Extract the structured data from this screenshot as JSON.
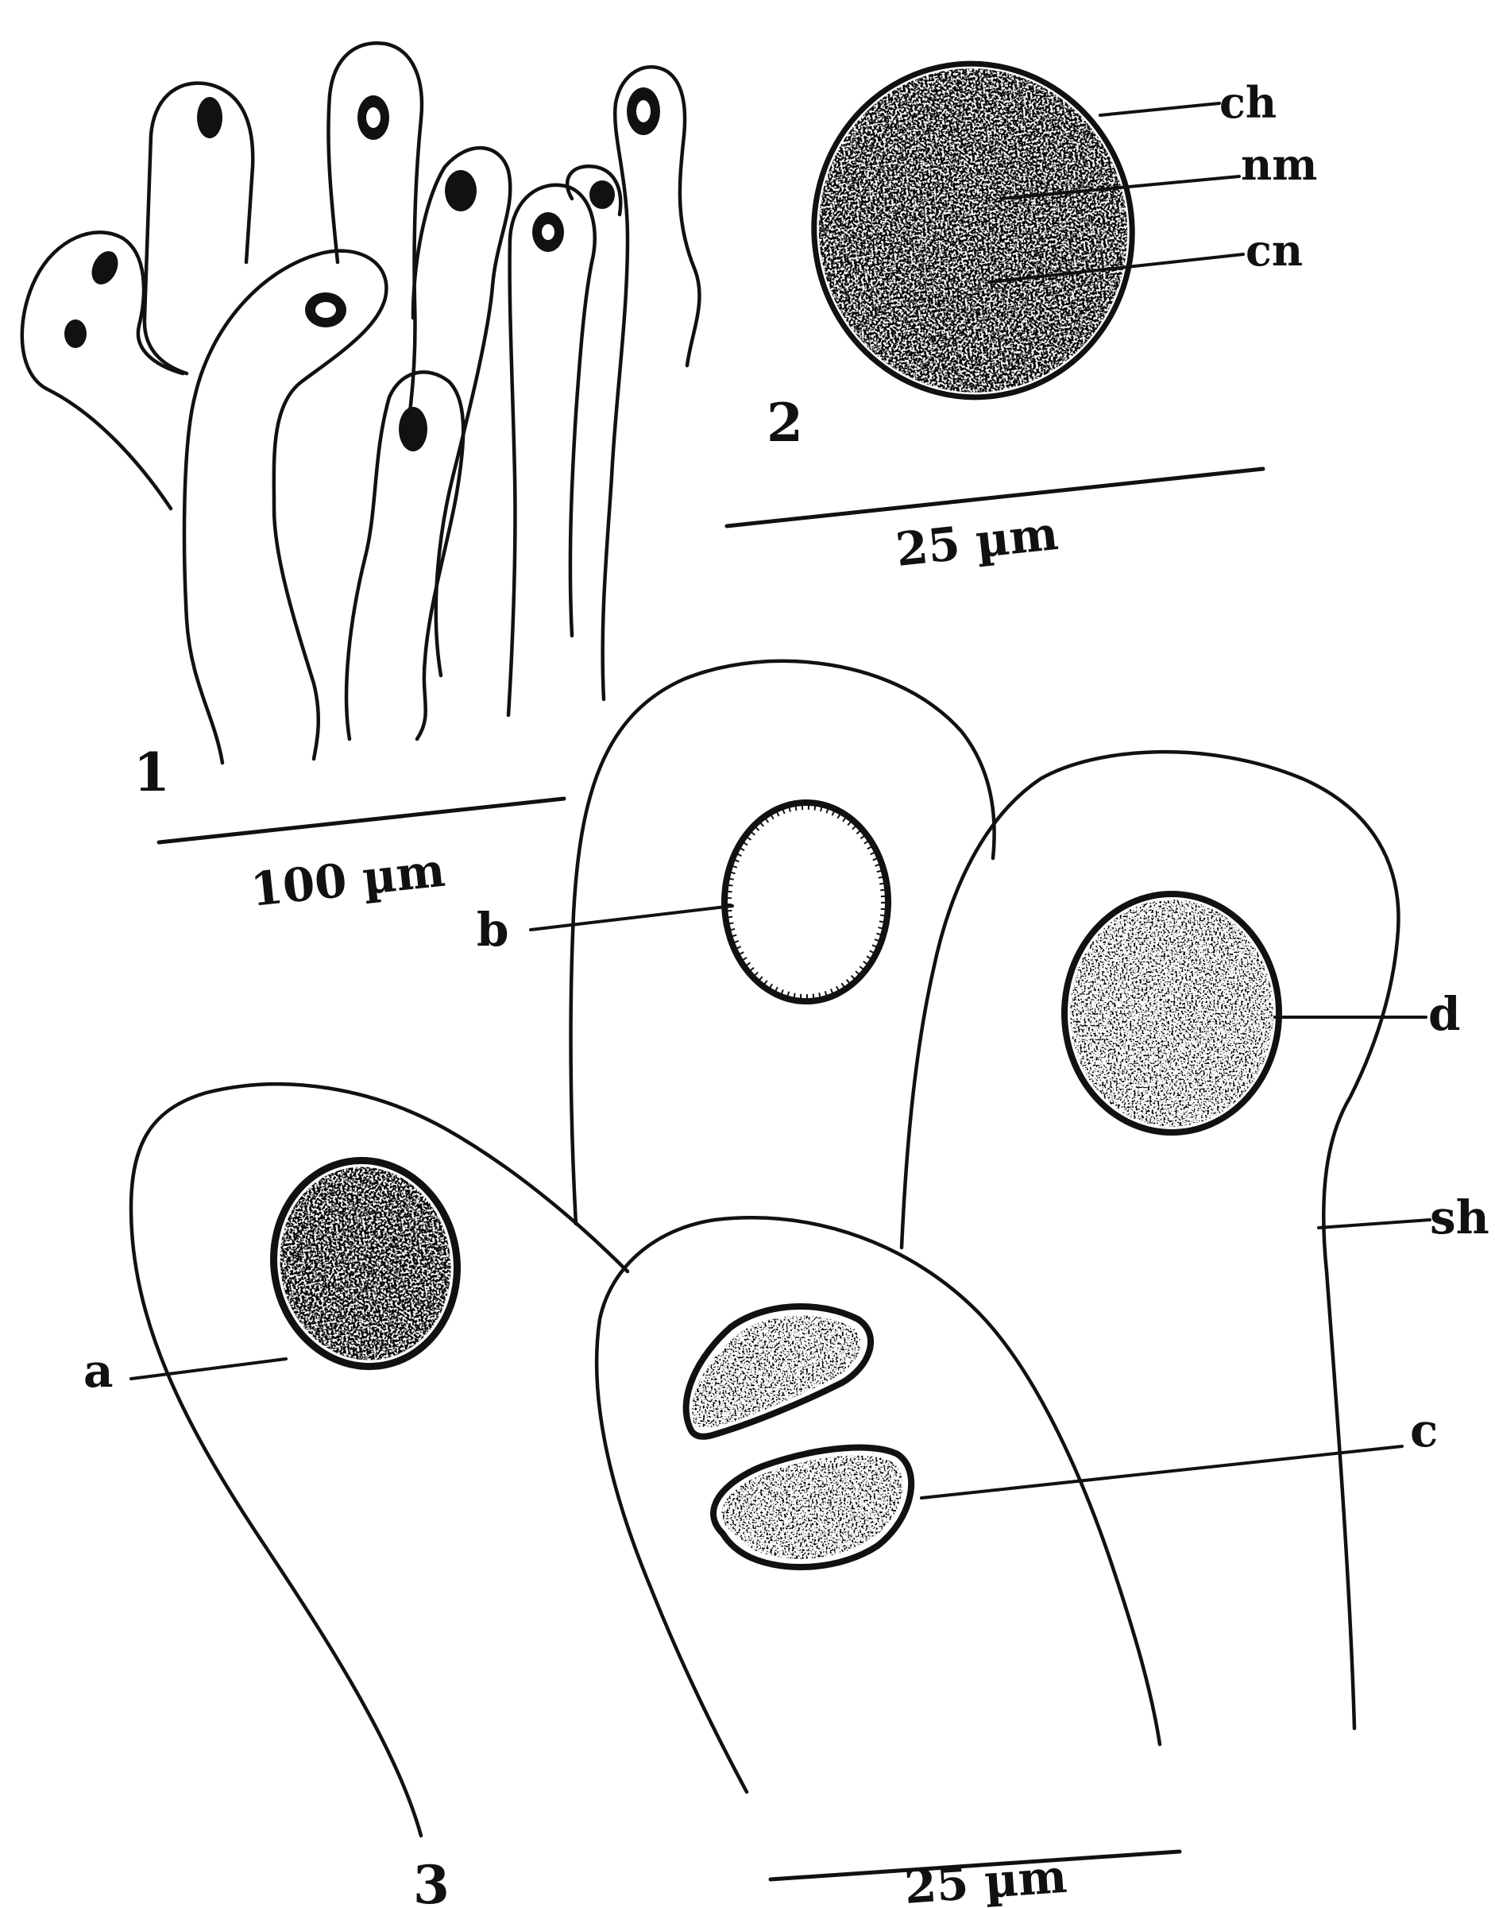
{
  "figure": {
    "fig1_number": "1",
    "fig2_number": "2",
    "fig3_number": "3"
  },
  "scale_bars": {
    "fig1": "100 µm",
    "fig2": "25 µm",
    "fig3": "25 µm"
  },
  "labels": {
    "ch": "ch",
    "nm": "nm",
    "cn": "cn",
    "a": "a",
    "b": "b",
    "c": "c",
    "d": "d",
    "sh": "sh"
  },
  "colors": {
    "ink": "#111111",
    "paper": "#ffffff"
  }
}
